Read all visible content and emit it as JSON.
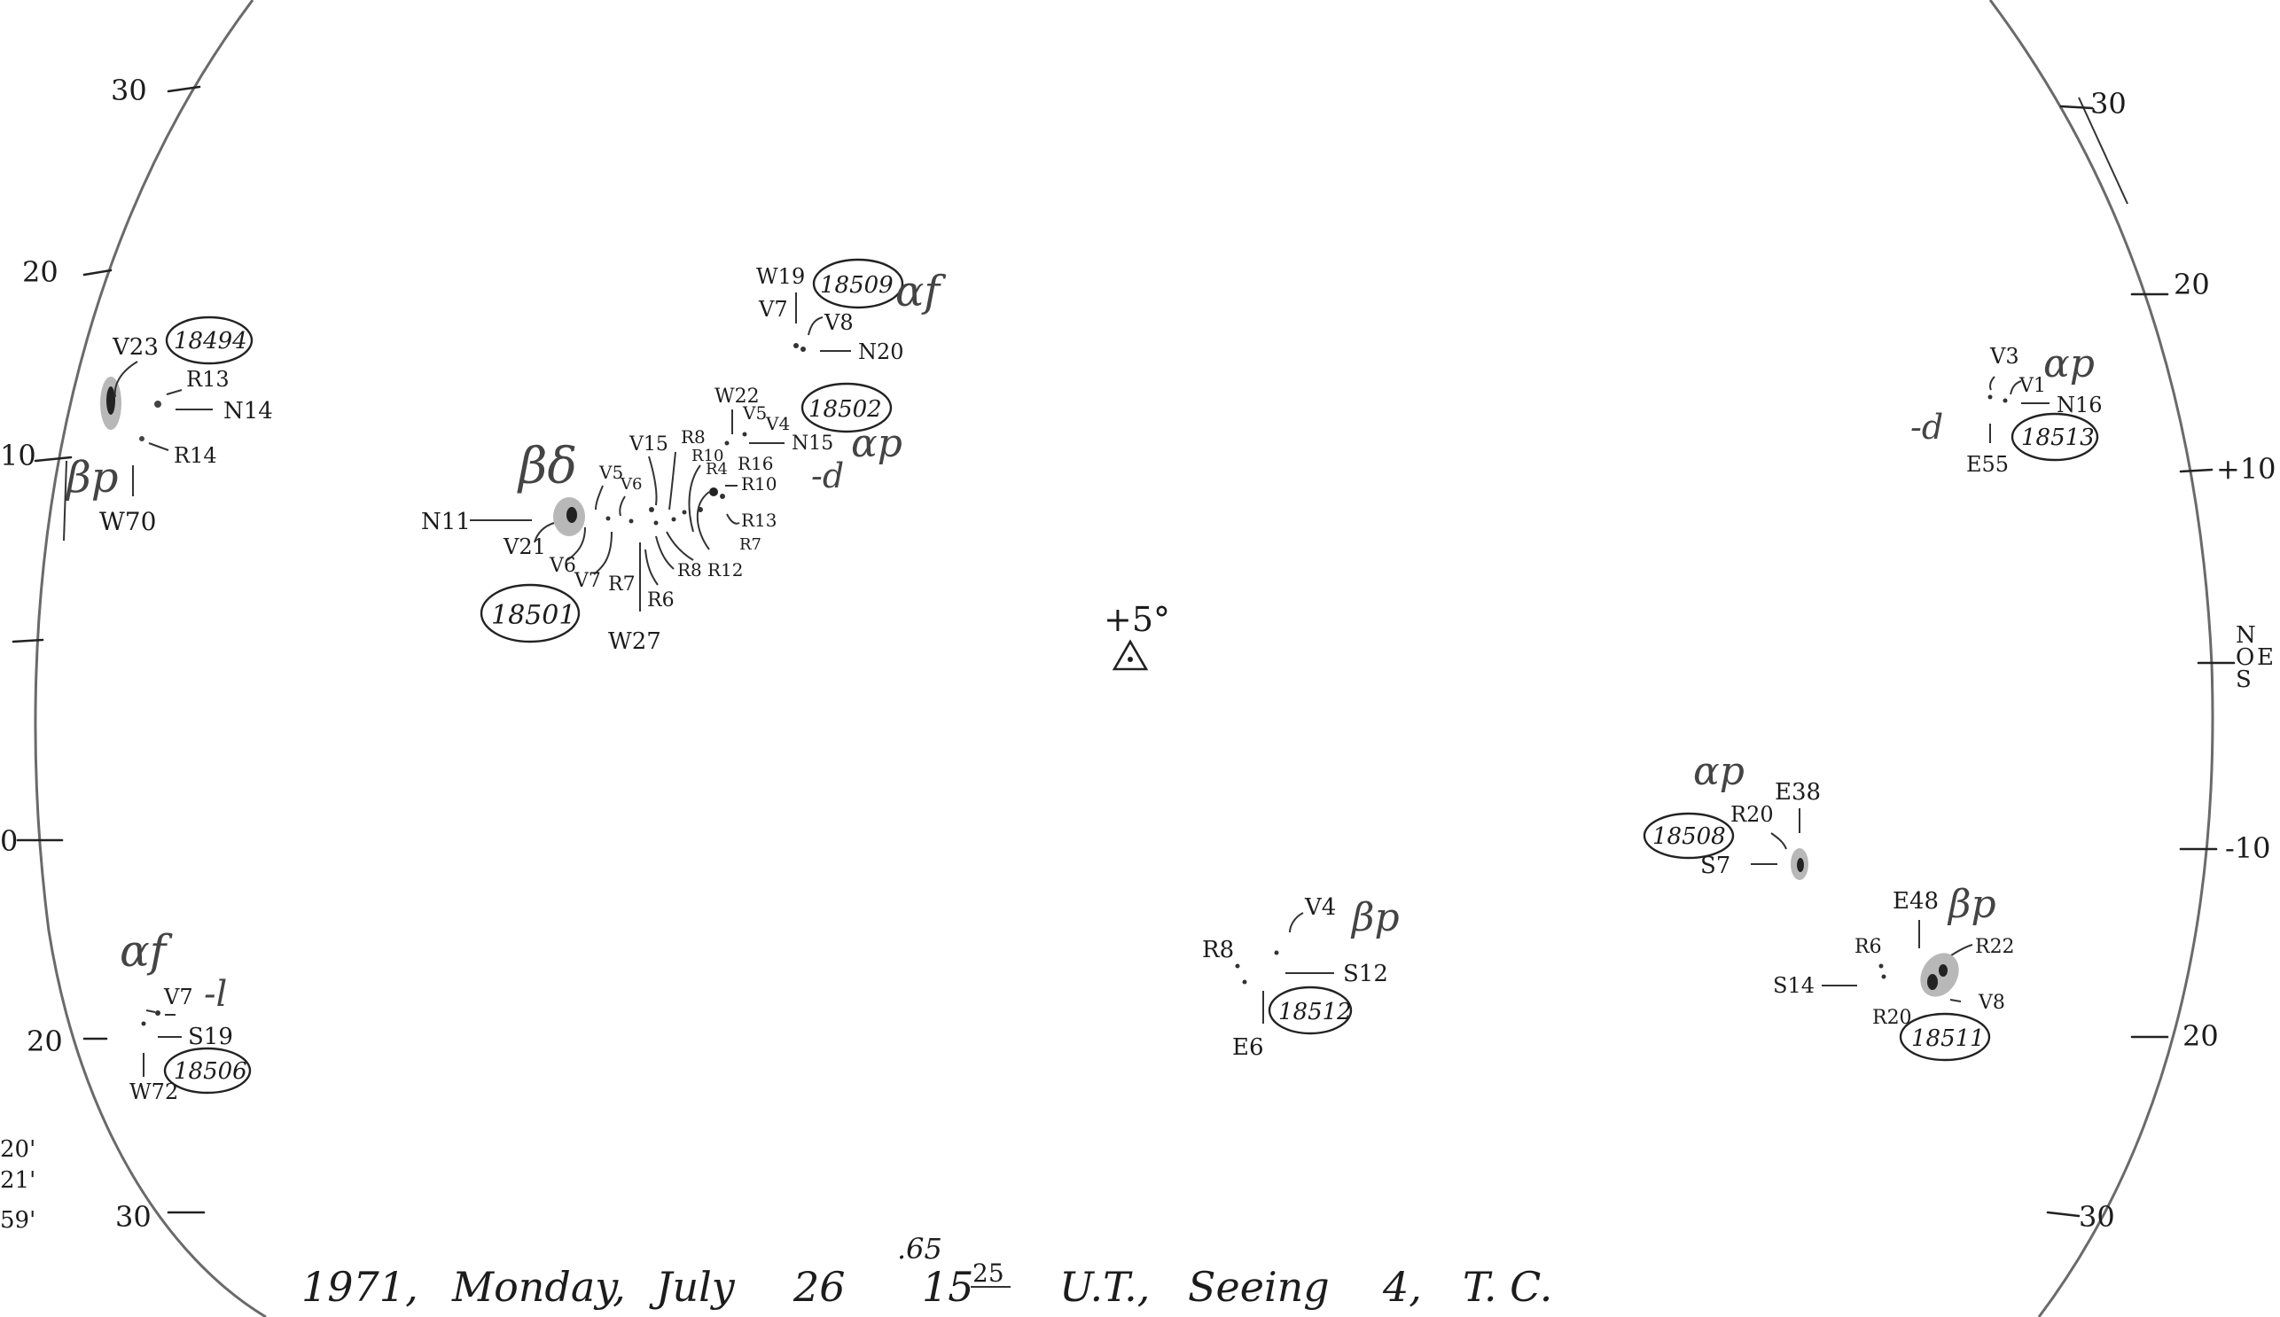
{
  "footer": {
    "year": "1971,",
    "weekday": "Monday,",
    "month": "July",
    "day": "26",
    "day_fraction": ".65",
    "hour": "15",
    "minute": "25",
    "ut_label": "U.T.,",
    "seeing_label": "Seeing",
    "seeing_value": "4,",
    "observer": "T. C."
  },
  "center": {
    "label": "+5°"
  },
  "scale": {
    "left": {
      "n30": "30",
      "n20": "20",
      "n10": "10",
      "s10": "0",
      "s20": "20",
      "s30": "30"
    },
    "right": {
      "n30": "30",
      "n20": "20",
      "n10": "+10",
      "s10": "-10",
      "s20": "20",
      "s30": "30"
    },
    "direction": {
      "n": "N",
      "o": "O",
      "e": "E",
      "s": "S"
    },
    "left_edge_notes": [
      "20'",
      "21'",
      "59'"
    ]
  },
  "regions": {
    "r18494": {
      "id": "18494",
      "class": "βp",
      "labels": [
        "V23",
        "R13",
        "N14",
        "R14",
        "W70"
      ]
    },
    "r18509": {
      "id": "18509",
      "class": "αf",
      "labels": [
        "W19",
        "V7",
        "V8",
        "N20"
      ]
    },
    "r18502": {
      "id": "18502",
      "class": "αp",
      "extra": "-d",
      "labels": [
        "W22",
        "V5",
        "V4",
        "N15",
        "R8",
        "R10",
        "R4",
        "R16",
        "R10",
        "R13",
        "R7",
        "R12",
        "R8"
      ]
    },
    "r18501": {
      "id": "18501",
      "class": "βδ",
      "labels": [
        "N11",
        "V21",
        "V6",
        "V7",
        "R7",
        "R6",
        "W27",
        "V5",
        "V6",
        "V15"
      ]
    },
    "r18513": {
      "id": "18513",
      "class": "αp",
      "extra": "-d",
      "labels": [
        "V3",
        "V1",
        "N16",
        "E55"
      ]
    },
    "r18508": {
      "id": "18508",
      "class": "αp",
      "labels": [
        "R20",
        "E38",
        "S7"
      ]
    },
    "r18511": {
      "id": "18511",
      "class": "βp",
      "labels": [
        "E48",
        "R6",
        "R22",
        "S14",
        "R20",
        "V8"
      ]
    },
    "r18512": {
      "id": "18512",
      "class": "βp",
      "labels": [
        "R8",
        "V4",
        "S12",
        "E6"
      ]
    },
    "r18506": {
      "id": "18506",
      "class": "αf",
      "extra": "-l",
      "labels": [
        "V7",
        "S19",
        "W72"
      ]
    }
  },
  "colors": {
    "ink": "#1c1c1c",
    "limb": "#6a6a6a",
    "spot": "#222222",
    "penumbra": "#b8b8b8"
  }
}
